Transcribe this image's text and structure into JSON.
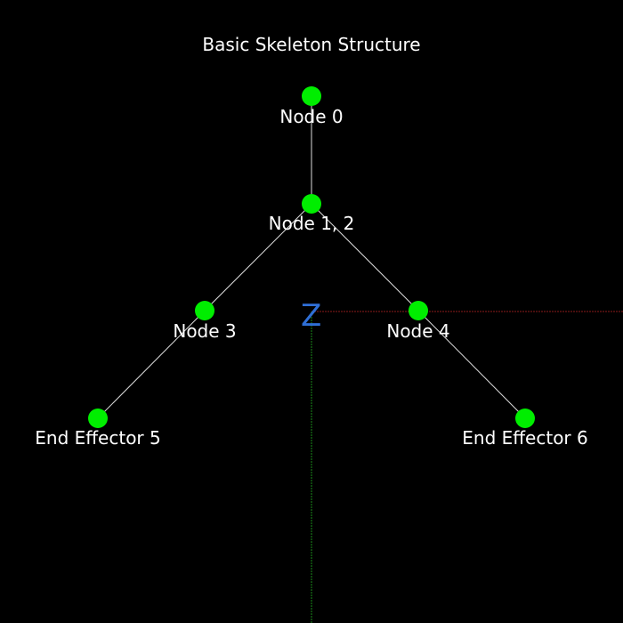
{
  "title": "Basic Skeleton Structure",
  "axis": {
    "label": "Z",
    "label_color": "#2f6fd6",
    "x_axis_color": "#8b1a1a",
    "y_axis_color": "#1a8a1a"
  },
  "colors": {
    "background": "#000000",
    "node": "#00ee00",
    "bone": "#dddddd",
    "text": "#ffffff"
  },
  "nodes": [
    {
      "id": "node-0",
      "label": "Node 0"
    },
    {
      "id": "node-1-2",
      "label": "Node 1, 2"
    },
    {
      "id": "node-3",
      "label": "Node 3"
    },
    {
      "id": "node-4",
      "label": "Node 4"
    },
    {
      "id": "end-effector-5",
      "label": "End Effector 5"
    },
    {
      "id": "end-effector-6",
      "label": "End Effector 6"
    }
  ],
  "bones": [
    {
      "from": "node-0",
      "to": "node-1-2"
    },
    {
      "from": "node-1-2",
      "to": "node-3"
    },
    {
      "from": "node-1-2",
      "to": "node-4"
    },
    {
      "from": "node-3",
      "to": "end-effector-5"
    },
    {
      "from": "node-4",
      "to": "end-effector-6"
    }
  ]
}
